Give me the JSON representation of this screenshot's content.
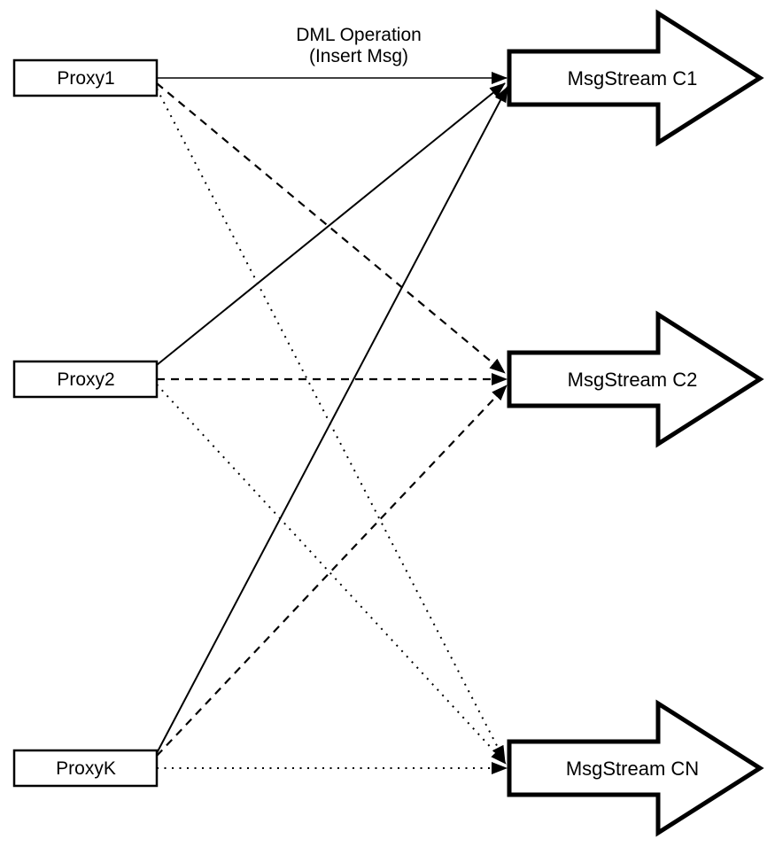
{
  "diagram": {
    "title": {
      "line1": "DML Operation",
      "line2": "(Insert Msg)"
    },
    "proxies": [
      {
        "label": "Proxy1"
      },
      {
        "label": "Proxy2"
      },
      {
        "label": "ProxyK"
      }
    ],
    "streams": [
      {
        "label": "MsgStream C1"
      },
      {
        "label": "MsgStream C2"
      },
      {
        "label": "MsgStream CN"
      }
    ],
    "connections": [
      {
        "from": "Proxy1",
        "to": "MsgStream C1",
        "style": "solid"
      },
      {
        "from": "Proxy2",
        "to": "MsgStream C1",
        "style": "solid"
      },
      {
        "from": "ProxyK",
        "to": "MsgStream C1",
        "style": "solid"
      },
      {
        "from": "Proxy1",
        "to": "MsgStream C2",
        "style": "dashed"
      },
      {
        "from": "Proxy2",
        "to": "MsgStream C2",
        "style": "dashed"
      },
      {
        "from": "ProxyK",
        "to": "MsgStream C2",
        "style": "dashed"
      },
      {
        "from": "Proxy1",
        "to": "MsgStream CN",
        "style": "dotted"
      },
      {
        "from": "Proxy2",
        "to": "MsgStream CN",
        "style": "dotted"
      },
      {
        "from": "ProxyK",
        "to": "MsgStream CN",
        "style": "dotted"
      }
    ],
    "colors": {
      "stroke": "#000000",
      "fill": "#ffffff",
      "background": "#ffffff"
    }
  }
}
